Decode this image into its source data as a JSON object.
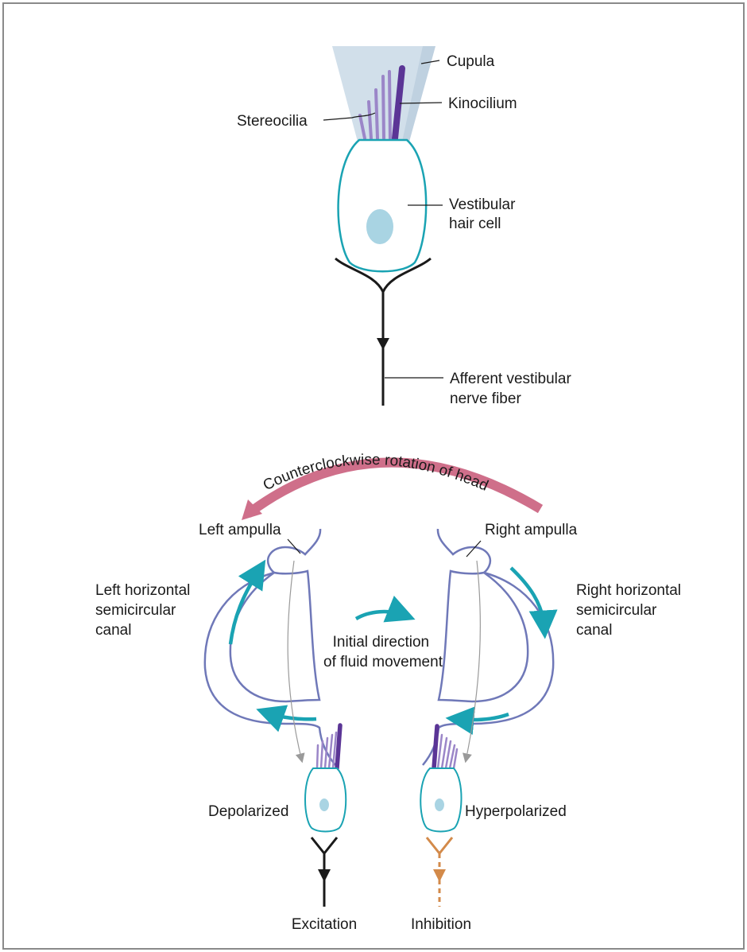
{
  "labels": {
    "cupula": "Cupula",
    "kinocilium": "Kinocilium",
    "stereocilia": "Stereocilia",
    "vestibular_hair_cell": [
      "Vestibular",
      "hair cell"
    ],
    "afferent_nerve_fiber": [
      "Afferent vestibular",
      "nerve fiber"
    ],
    "rotation": "Counterclockwise rotation of head",
    "left_ampulla": "Left ampulla",
    "right_ampulla": "Right ampulla",
    "left_canal": [
      "Left horizontal",
      "semicircular",
      "canal"
    ],
    "right_canal": [
      "Right horizontal",
      "semicircular",
      "canal"
    ],
    "fluid_direction": [
      "Initial direction",
      "of fluid movement"
    ],
    "depolarized": "Depolarized",
    "hyperpolarized": "Hyperpolarized",
    "excitation": "Excitation",
    "inhibition": "Inhibition"
  },
  "colors": {
    "frame": "#8a8a8a",
    "cupula_fill": "#c9d9e6",
    "cell_outline": "#1aa3b3",
    "nucleus": "#a9d4e3",
    "kinocilium": "#5b3596",
    "stereocilia": "#9b86c8",
    "canal": "#6f78b8",
    "fluid_arrow": "#1aa3b3",
    "rotation_arrow": "#cf6f8a",
    "nerve": "#1a1a1a",
    "inhibited_nerve": "#d38a4a",
    "guide_arrow": "#9a9a9a"
  }
}
